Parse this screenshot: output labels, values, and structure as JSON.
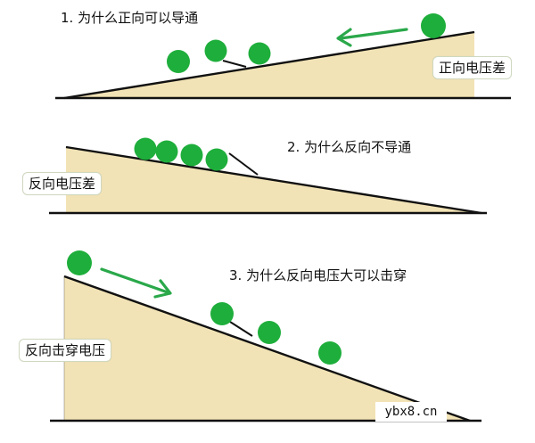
{
  "colors": {
    "slope_fill": "#f2e3b6",
    "ball": "#1eae3b",
    "arrow": "#2aa84a",
    "line": "#111111"
  },
  "diagram": {
    "panels": [
      {
        "title": "1. 为什么正向可以导通",
        "label": "正向电压差",
        "arrow_direction": "left",
        "balls": 4
      },
      {
        "title": "2. 为什么反向不导通",
        "label": "反向电压差",
        "arrow_direction": "",
        "balls": 4
      },
      {
        "title": "3. 为什么反向电压大可以击穿",
        "label": "反向击穿电压",
        "arrow_direction": "right",
        "balls": 4
      }
    ],
    "watermark": "ybx8.cn"
  }
}
